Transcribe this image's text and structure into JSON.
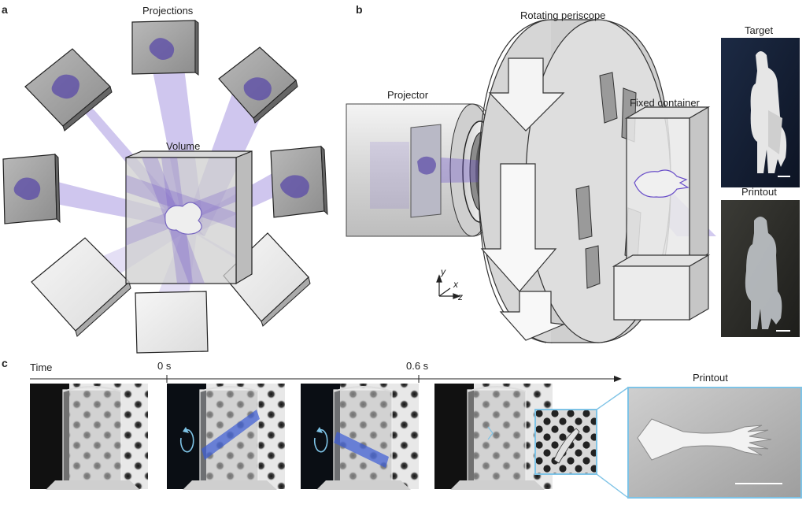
{
  "figure": {
    "panel_a": {
      "letter": "a",
      "label_projections": "Projections",
      "label_volume": "Volume"
    },
    "panel_b": {
      "letter": "b",
      "label_rotating_periscope": "Rotating periscope",
      "label_projector": "Projector",
      "label_fixed_container": "Fixed container",
      "label_target": "Target",
      "label_printout": "Printout",
      "axes": {
        "y": "y",
        "x": "x",
        "z": "z"
      }
    },
    "panel_c": {
      "letter": "c",
      "label_time": "Time",
      "tick_start": "0 s",
      "tick_end": "0.6 s",
      "label_printout": "Printout"
    }
  },
  "colors": {
    "beam": "#6a4fc9",
    "highlight_box": "#7ec3e6",
    "frame_dark": "#111111"
  }
}
